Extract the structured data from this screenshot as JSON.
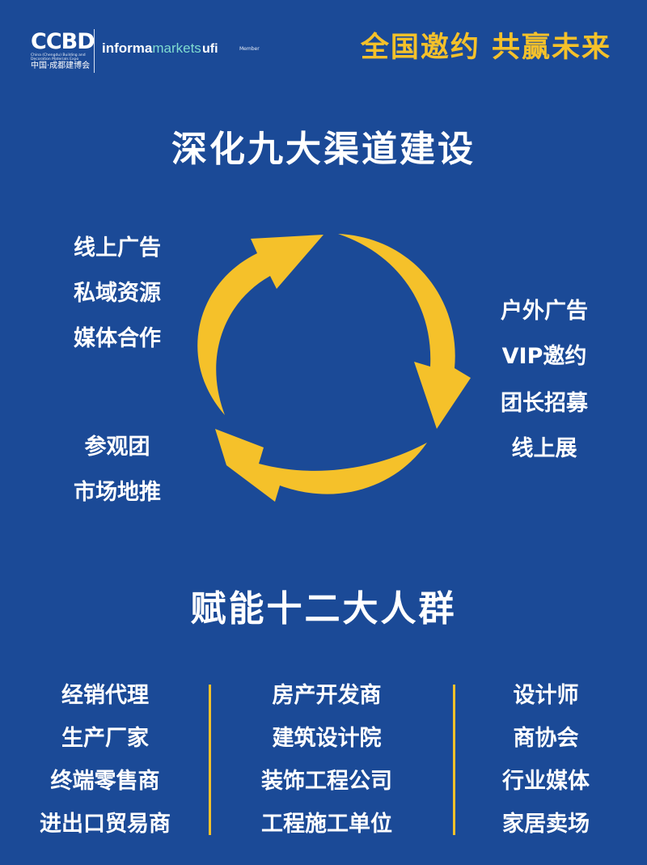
{
  "header": {
    "logo": {
      "ccbd": "CCBD",
      "english_name": "China (Chengdu) Building and Decoration Materials Expo",
      "chinese_name": "中国·成都建博会",
      "informa": "informa",
      "markets": "markets",
      "ufi": "ufi",
      "ufi_member": "Member"
    },
    "slogan": "全国邀约 共赢未来"
  },
  "channels": {
    "title": "深化九大渠道建设",
    "left_top": [
      "线上广告",
      "私域资源",
      "媒体合作"
    ],
    "left_bottom": [
      "参观团",
      "市场地推"
    ],
    "right": [
      "户外广告",
      "VIP邀约",
      "团长招募",
      "线上展"
    ]
  },
  "groups": {
    "title": "赋能十二大人群",
    "columns": [
      [
        "经销代理",
        "生产厂家",
        "终端零售商",
        "进出口贸易商"
      ],
      [
        "房产开发商",
        "建筑设计院",
        "装饰工程公司",
        "工程施工单位"
      ],
      [
        "设计师",
        "商协会",
        "行业媒体",
        "家居卖场"
      ]
    ]
  },
  "colors": {
    "background": "#1b4a97",
    "accent": "#f5c12a",
    "text": "#ffffff"
  }
}
